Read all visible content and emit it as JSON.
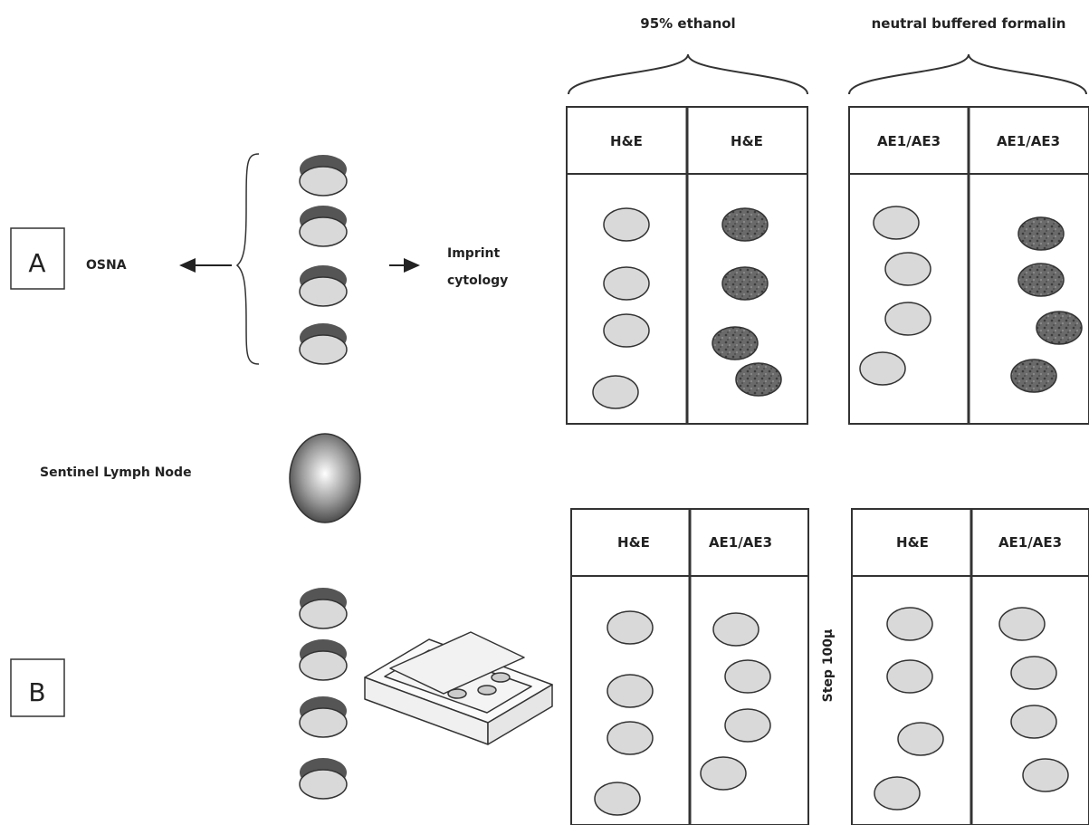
{
  "fixatives": [
    "95% ethanol",
    "neutral buffered formalin"
  ],
  "panel_a": {
    "label": "A",
    "osna_label": "OSNA",
    "imprint_label_line1": "Imprint",
    "imprint_label_line2": "cytology",
    "slides": [
      {
        "stain": "H&E",
        "nuclei": "light"
      },
      {
        "stain": "H&E",
        "nuclei": "dark"
      },
      {
        "stain": "AE1/AE3",
        "nuclei": "light"
      },
      {
        "stain": "AE1/AE3",
        "nuclei": "dark"
      }
    ]
  },
  "node_label": "Sentinel Lymph Node",
  "panel_b": {
    "label": "B",
    "step_label": "Step 100µ",
    "slides": [
      {
        "stain": "H&E"
      },
      {
        "stain": "AE1/AE3"
      },
      {
        "stain": "H&E"
      },
      {
        "stain": "AE1/AE3"
      }
    ]
  },
  "colors": {
    "line": "#333333",
    "light_cell": "#d9d9d9",
    "dark_cell": "#5a5a5a",
    "disk_top": "#555555"
  }
}
